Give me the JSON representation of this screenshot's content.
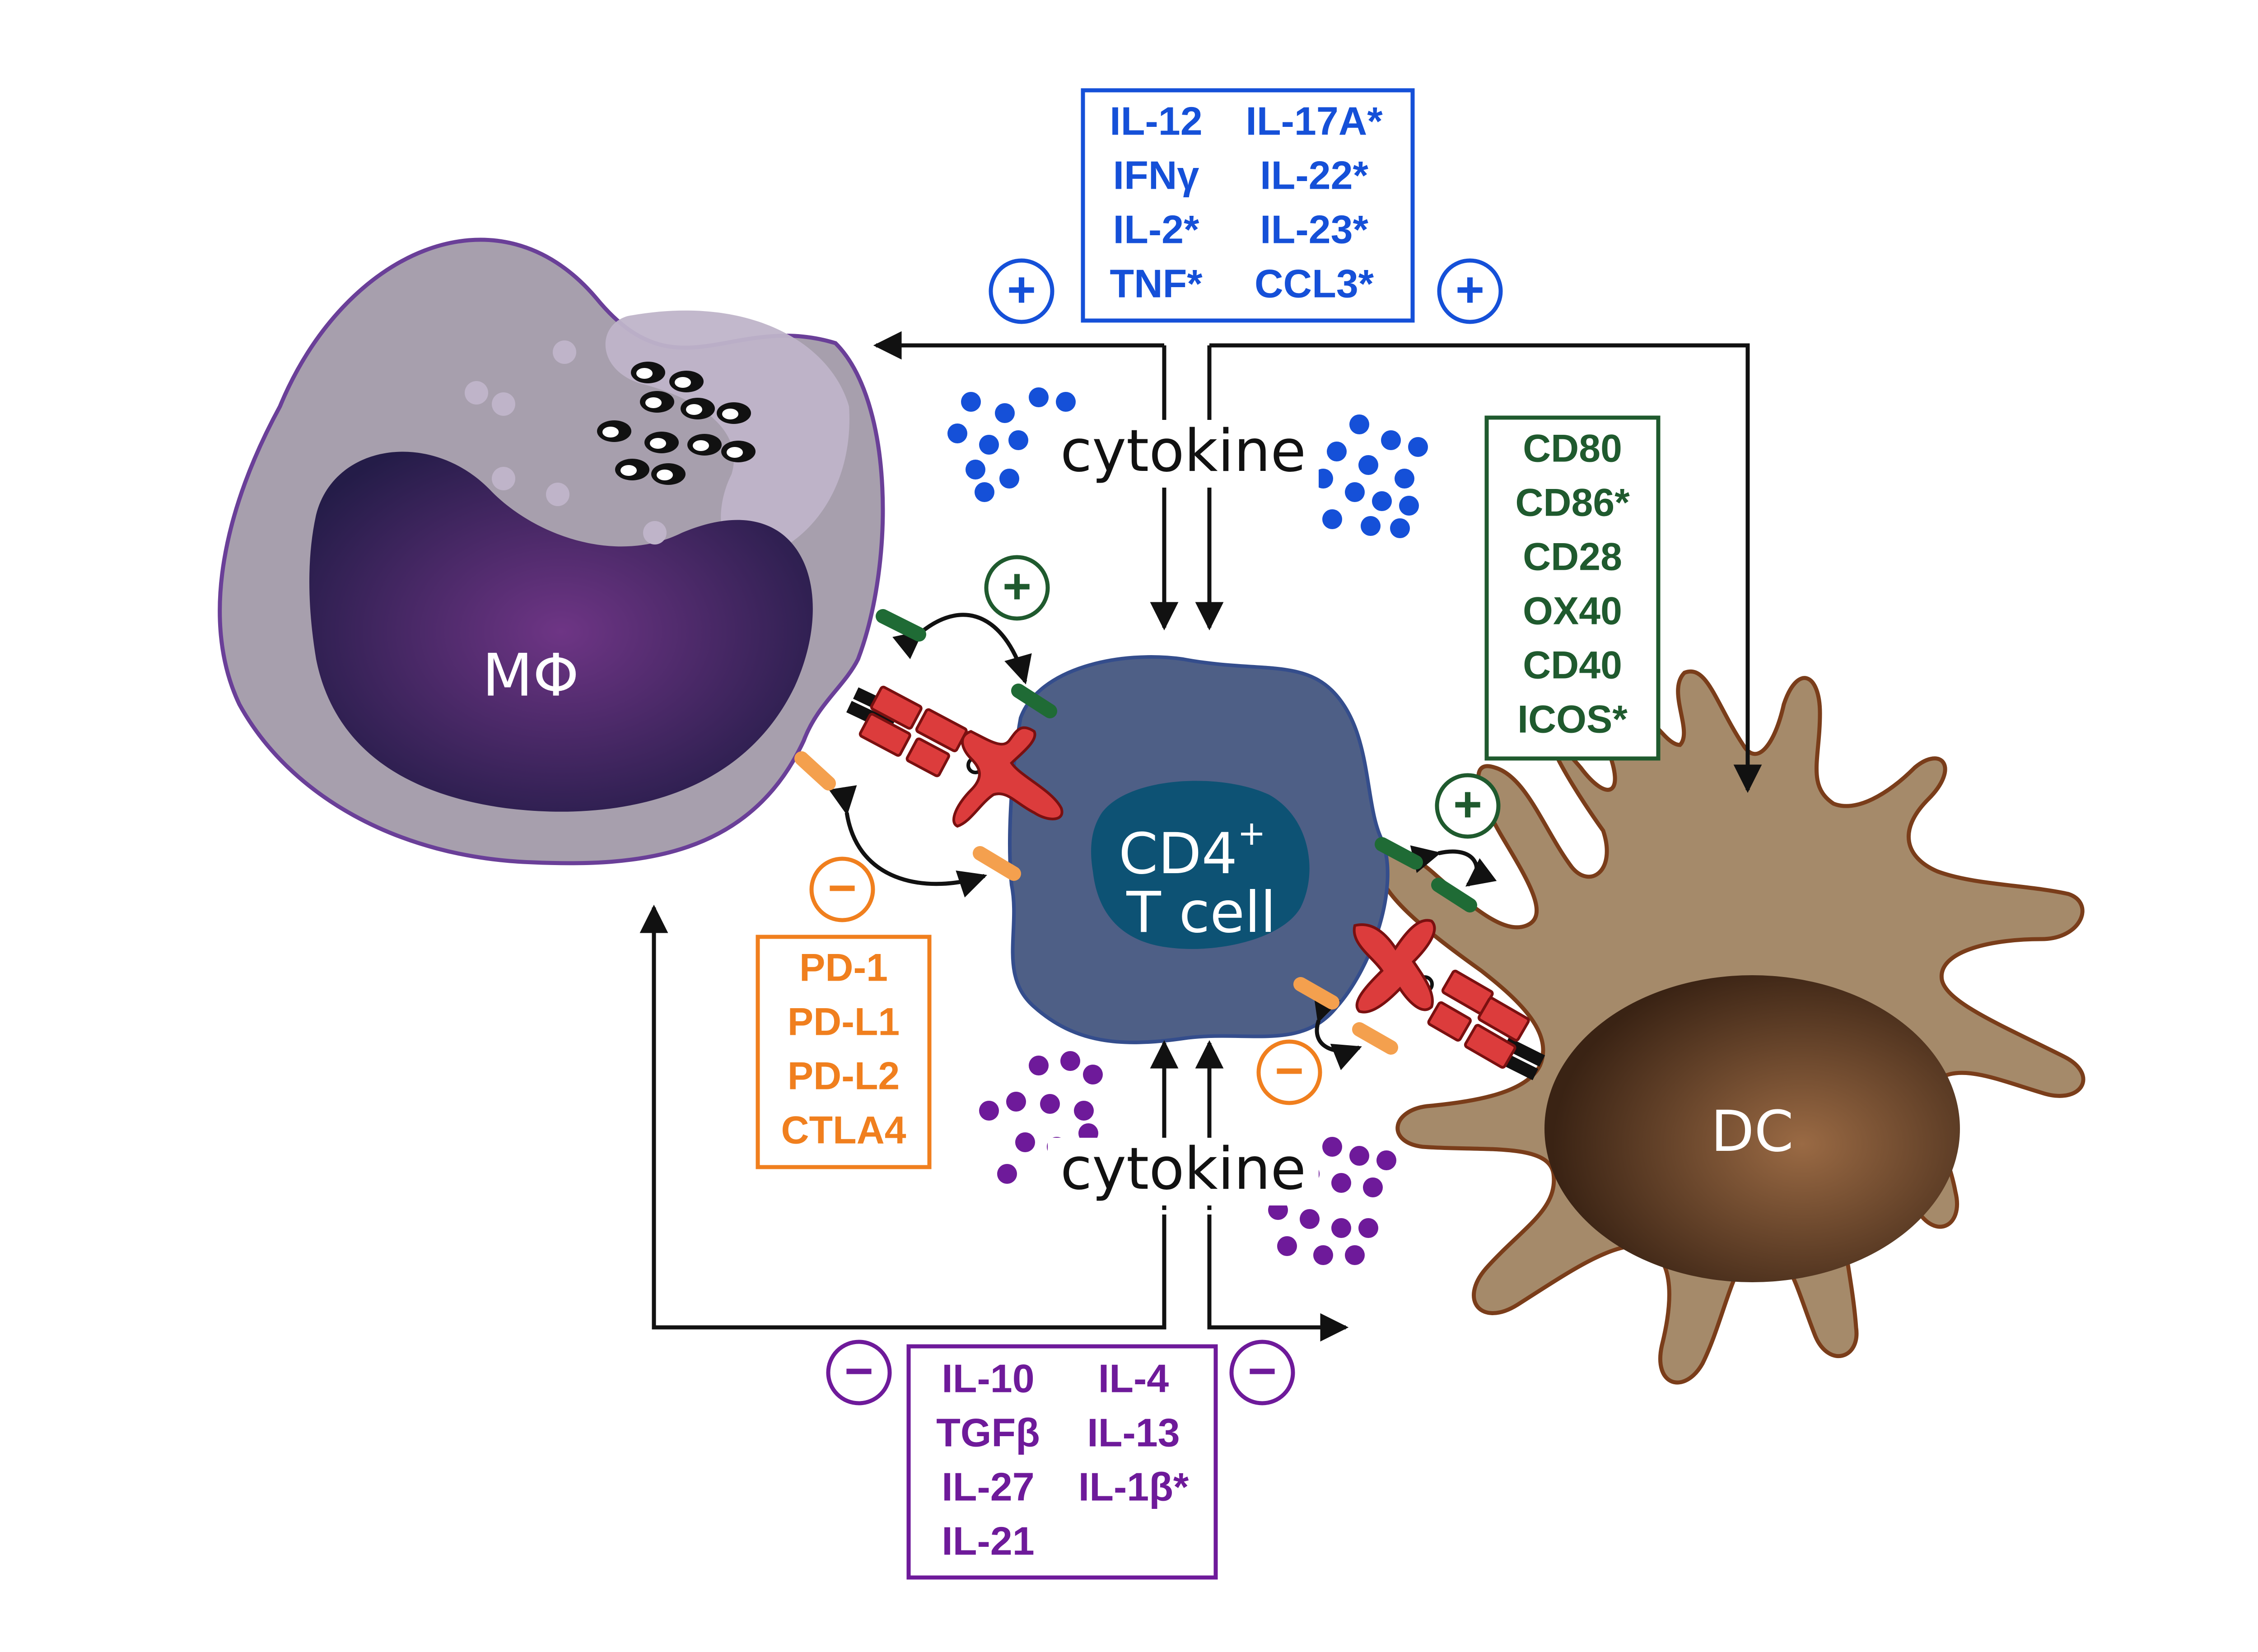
{
  "cells": {
    "macrophage": "MΦ",
    "t_cell_line1": "CD4",
    "t_cell_sup": "+",
    "t_cell_line2": "T cell",
    "dendritic": "DC"
  },
  "cytokine_top": "cytokine",
  "cytokine_bottom": "cytokine",
  "boxes": {
    "proinflammatory": {
      "color": "#1550d8",
      "col1": [
        "IL-12",
        "IFNγ",
        "IL-2*",
        "TNF*"
      ],
      "col2": [
        "IL-17A*",
        "IL-22*",
        "IL-23*",
        "CCL3*"
      ]
    },
    "costimulatory": {
      "color": "#1f5a2e",
      "items": [
        "CD80",
        "CD86*",
        "CD28",
        "OX40",
        "CD40",
        "ICOS*"
      ]
    },
    "coinhibitory": {
      "color": "#f07f1e",
      "items": [
        "PD-1",
        "PD-L1",
        "PD-L2",
        "CTLA4"
      ]
    },
    "antiinflammatory": {
      "color": "#6e1a9a",
      "col1": [
        "IL-10",
        "TGFβ",
        "IL-27",
        "IL-21"
      ],
      "col2": [
        "IL-4",
        "IL-13",
        "IL-1β*"
      ]
    }
  },
  "signs": {
    "plus": "+",
    "minus": "−"
  },
  "colors": {
    "blue": "#1550d8",
    "green": "#1f5a2e",
    "orange": "#f07f1e",
    "purple": "#6e1a9a",
    "macrophage": "#a79fad",
    "t_cell": "#4e5f86",
    "dc": "#a58a6a",
    "receptor_red": "#dc3c3c"
  }
}
